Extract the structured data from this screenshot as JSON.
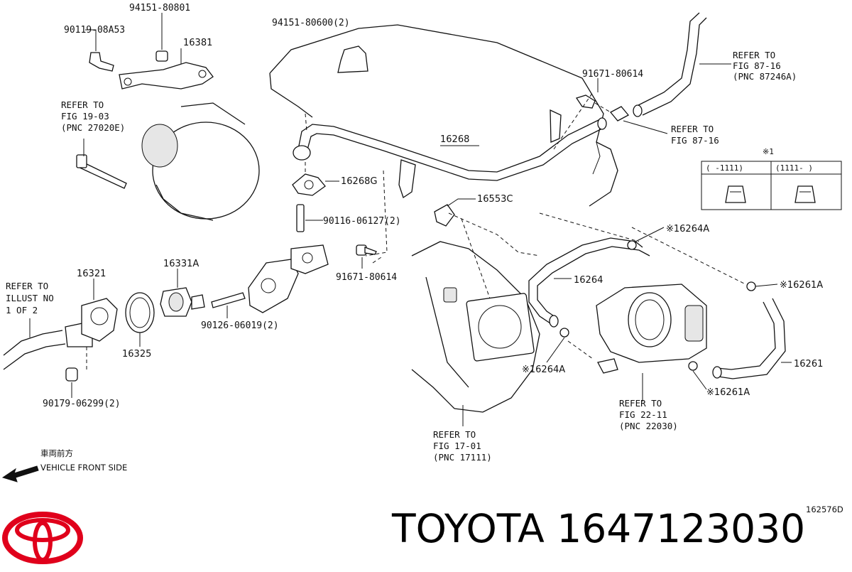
{
  "labels": {
    "p94151_80801": "94151-80801",
    "p90119_08a53": "90119-08A53",
    "p16381": "16381",
    "p94151_80600": "94151-80600(2)",
    "p91671_80614_top": "91671-80614",
    "p16268": "16268",
    "p16268g": "16268G",
    "p16553c": "16553C",
    "p90116_06127": "90116-06127(2)",
    "p91671_80614_mid": "91671-80614",
    "p16264a_top": "※16264A",
    "p16264": "16264",
    "p16261a_top": "※16261A",
    "p16261": "16261",
    "p16261a_bot": "※16261A",
    "p16264a_bot": "※16264A",
    "p16321": "16321",
    "p16331a": "16331A",
    "p16325": "16325",
    "p90126_06019": "90126-06019(2)",
    "p90179_06299": "90179-06299(2)"
  },
  "refer_notes": {
    "fig87_16_pnc": [
      "REFER TO",
      "FIG 87-16",
      "(PNC 87246A)"
    ],
    "fig87_16": [
      "REFER TO",
      "FIG 87-16"
    ],
    "fig19_03": [
      "REFER TO",
      "FIG 19-03",
      "(PNC 27020E)"
    ],
    "illust": [
      "REFER TO",
      "ILLUST NO",
      "1 OF 2"
    ],
    "fig22_11": [
      "REFER TO",
      "FIG 22-11",
      "(PNC 22030)"
    ],
    "fig17_01": [
      "REFER TO",
      "FIG 17-01",
      "(PNC 17111)"
    ]
  },
  "variant_table": {
    "marker": "※1",
    "columns": [
      "(     -1111)",
      "(1111-     )"
    ]
  },
  "direction": {
    "japanese": "車両前方",
    "english": "VEHICLE FRONT SIDE"
  },
  "illustration_code": "162576D",
  "footer": {
    "brand": "TOYOTA",
    "part_number": "1647123030",
    "brand_color": "#e0001b"
  }
}
